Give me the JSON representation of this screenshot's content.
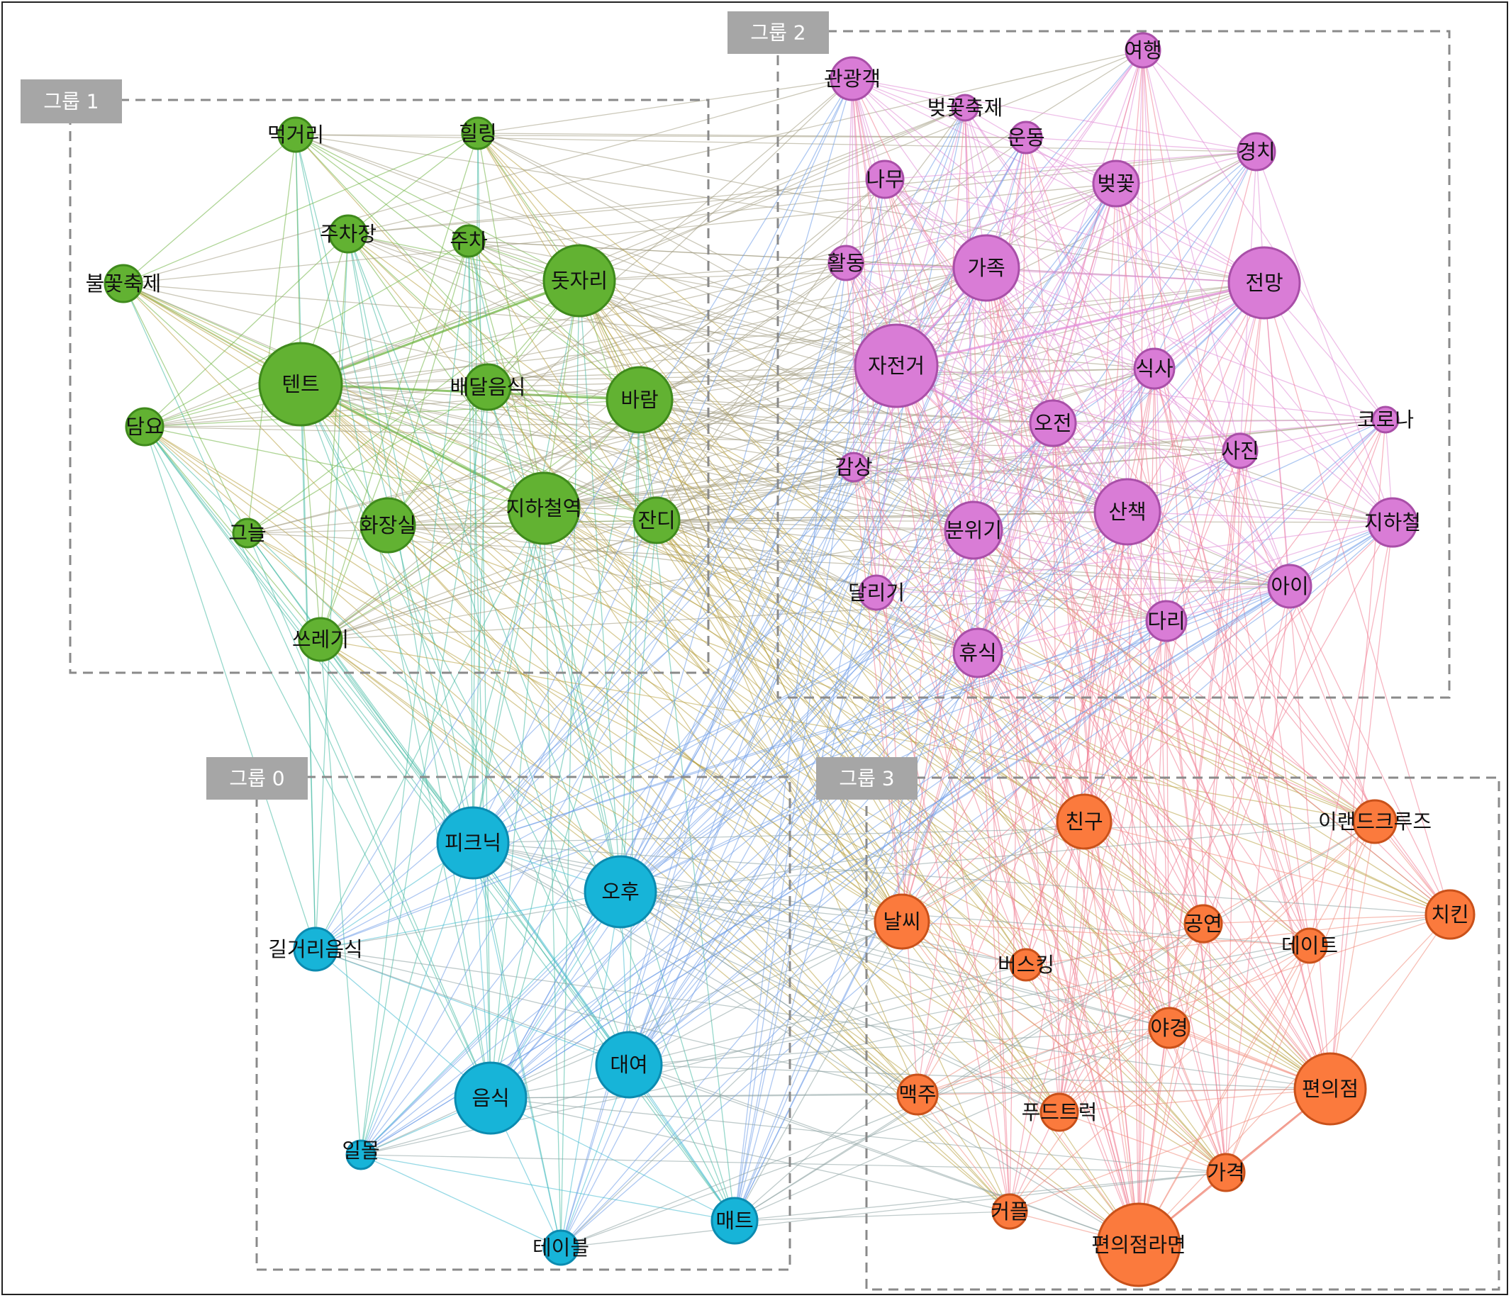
{
  "groups": [
    {
      "id": 0,
      "label": "그룹 0",
      "color": "#17b4d8",
      "stroke": "#0b8bb0"
    },
    {
      "id": 1,
      "label": "그룹 1",
      "color": "#62b232",
      "stroke": "#3f8a1c"
    },
    {
      "id": 2,
      "label": "그룹 2",
      "color": "#d97cd6",
      "stroke": "#a94fa8"
    },
    {
      "id": 3,
      "label": "그룹 3",
      "color": "#fb7a3d",
      "stroke": "#c9511a"
    }
  ],
  "edge_colors": {
    "0": "#3fb9d0",
    "1": "#6db33f",
    "2": "#e08ad6",
    "3": "#f08a7a",
    "0-1": "#3fb8a0",
    "0-2": "#6c9be8",
    "0-3": "#8aa0a0",
    "1-2": "#a09a80",
    "1-3": "#b8a040",
    "2-3": "#f07a90"
  },
  "nodes": [
    {
      "label": "텐트",
      "group": 1,
      "weight": 48
    },
    {
      "label": "돗자리",
      "group": 1,
      "weight": 40
    },
    {
      "label": "지하철역",
      "group": 1,
      "weight": 40
    },
    {
      "label": "바람",
      "group": 1,
      "weight": 36
    },
    {
      "label": "배달음식",
      "group": 1,
      "weight": 22
    },
    {
      "label": "화장실",
      "group": 1,
      "weight": 28
    },
    {
      "label": "잔디",
      "group": 1,
      "weight": 22
    },
    {
      "label": "먹거리",
      "group": 1,
      "weight": 14
    },
    {
      "label": "힐링",
      "group": 1,
      "weight": 12
    },
    {
      "label": "주차장",
      "group": 1,
      "weight": 16
    },
    {
      "label": "주차",
      "group": 1,
      "weight": 12
    },
    {
      "label": "불꽃축제",
      "group": 1,
      "weight": 16
    },
    {
      "label": "담요",
      "group": 1,
      "weight": 16
    },
    {
      "label": "그늘",
      "group": 1,
      "weight": 10
    },
    {
      "label": "쓰레기",
      "group": 1,
      "weight": 20
    },
    {
      "label": "관광객",
      "group": 2,
      "weight": 20
    },
    {
      "label": "여행",
      "group": 2,
      "weight": 14
    },
    {
      "label": "벚꽃축제",
      "group": 2,
      "weight": 8
    },
    {
      "label": "운동",
      "group": 2,
      "weight": 12
    },
    {
      "label": "경치",
      "group": 2,
      "weight": 16
    },
    {
      "label": "나무",
      "group": 2,
      "weight": 16
    },
    {
      "label": "벚꽃",
      "group": 2,
      "weight": 22
    },
    {
      "label": "활동",
      "group": 2,
      "weight": 14
    },
    {
      "label": "가족",
      "group": 2,
      "weight": 36
    },
    {
      "label": "전망",
      "group": 2,
      "weight": 40
    },
    {
      "label": "자전거",
      "group": 2,
      "weight": 48
    },
    {
      "label": "식사",
      "group": 2,
      "weight": 18
    },
    {
      "label": "오전",
      "group": 2,
      "weight": 22
    },
    {
      "label": "코로나",
      "group": 2,
      "weight": 8
    },
    {
      "label": "감상",
      "group": 2,
      "weight": 10
    },
    {
      "label": "사진",
      "group": 2,
      "weight": 14
    },
    {
      "label": "산책",
      "group": 2,
      "weight": 36
    },
    {
      "label": "분위기",
      "group": 2,
      "weight": 30
    },
    {
      "label": "지하철",
      "group": 2,
      "weight": 24
    },
    {
      "label": "달리기",
      "group": 2,
      "weight": 14
    },
    {
      "label": "아이",
      "group": 2,
      "weight": 20
    },
    {
      "label": "다리",
      "group": 2,
      "weight": 18
    },
    {
      "label": "휴식",
      "group": 2,
      "weight": 24
    },
    {
      "label": "피크닉",
      "group": 0,
      "weight": 40
    },
    {
      "label": "오후",
      "group": 0,
      "weight": 40
    },
    {
      "label": "길거리음식",
      "group": 0,
      "weight": 20
    },
    {
      "label": "대여",
      "group": 0,
      "weight": 36
    },
    {
      "label": "음식",
      "group": 0,
      "weight": 40
    },
    {
      "label": "일몰",
      "group": 0,
      "weight": 10
    },
    {
      "label": "매트",
      "group": 0,
      "weight": 22
    },
    {
      "label": "테이블",
      "group": 0,
      "weight": 14
    },
    {
      "label": "친구",
      "group": 3,
      "weight": 28
    },
    {
      "label": "이랜드크루즈",
      "group": 3,
      "weight": 20
    },
    {
      "label": "날씨",
      "group": 3,
      "weight": 28
    },
    {
      "label": "공연",
      "group": 3,
      "weight": 16
    },
    {
      "label": "치킨",
      "group": 3,
      "weight": 24
    },
    {
      "label": "데이트",
      "group": 3,
      "weight": 14
    },
    {
      "label": "버스킹",
      "group": 3,
      "weight": 12
    },
    {
      "label": "야경",
      "group": 3,
      "weight": 18
    },
    {
      "label": "편의점",
      "group": 3,
      "weight": 40
    },
    {
      "label": "맥주",
      "group": 3,
      "weight": 18
    },
    {
      "label": "푸드트럭",
      "group": 3,
      "weight": 16
    },
    {
      "label": "가격",
      "group": 3,
      "weight": 16
    },
    {
      "label": "커플",
      "group": 3,
      "weight": 14
    },
    {
      "label": "편의점라면",
      "group": 3,
      "weight": 48
    }
  ]
}
